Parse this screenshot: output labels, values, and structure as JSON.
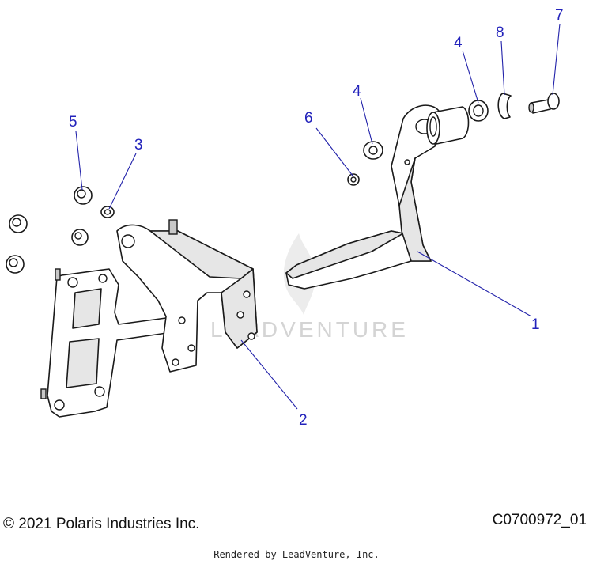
{
  "watermark": "LEADVENTURE",
  "callouts": [
    {
      "id": "1",
      "label": "1"
    },
    {
      "id": "2",
      "label": "2"
    },
    {
      "id": "3",
      "label": "3"
    },
    {
      "id": "4a",
      "label": "4"
    },
    {
      "id": "4b",
      "label": "4"
    },
    {
      "id": "5",
      "label": "5"
    },
    {
      "id": "6",
      "label": "6"
    },
    {
      "id": "7",
      "label": "7"
    },
    {
      "id": "8",
      "label": "8"
    }
  ],
  "footer": {
    "copyright": "© 2021 Polaris Industries Inc.",
    "drawing_id": "C0700972_01",
    "rendered_by": "Rendered by LeadVenture, Inc."
  },
  "colors": {
    "callout": "#2222bb",
    "line": "#1a1a1a",
    "watermark": "#d4d4d4"
  }
}
